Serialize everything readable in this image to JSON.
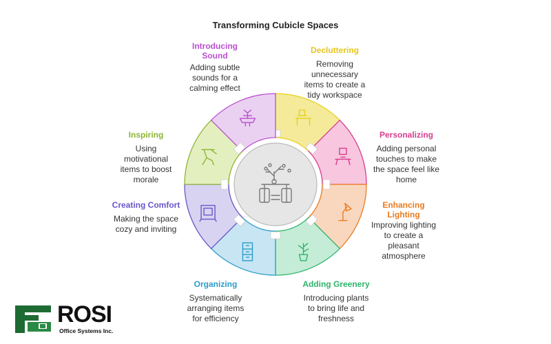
{
  "title": "Transforming Cubicle Spaces",
  "colors": {
    "decluttering": "#f4ea9a",
    "personalizing": "#f8c6df",
    "lighting": "#f9d7bf",
    "greenery": "#c4ecd6",
    "organizing": "#c7e5f3",
    "comfort": "#d8d3f1",
    "inspiring": "#e4efc0",
    "sound": "#ead1f1"
  },
  "segments": [
    {
      "key": "decluttering",
      "title": "Decluttering",
      "desc": [
        "Removing",
        "unnecessary",
        "items to create a",
        "tidy workspace"
      ],
      "color": "#e7d11a",
      "icon": "desk-icon"
    },
    {
      "key": "personalizing",
      "title": "Personalizing",
      "desc": [
        "Adding personal",
        "touches to make",
        "the space feel like",
        "home"
      ],
      "color": "#d63c8c",
      "icon": "workstation-icon"
    },
    {
      "key": "lighting",
      "title": "Enhancing Lighting",
      "title_lines": [
        "Enhancing",
        "Lighting"
      ],
      "desc": [
        "Improving lighting",
        "to create a",
        "pleasant",
        "atmosphere"
      ],
      "color": "#ea7a1e",
      "icon": "lamp-icon"
    },
    {
      "key": "greenery",
      "title": "Adding Greenery",
      "desc": [
        "Introducing plants",
        "to bring life and",
        "freshness"
      ],
      "color": "#2fb36b",
      "icon": "plant-icon"
    },
    {
      "key": "organizing",
      "title": "Organizing",
      "desc": [
        "Systematically",
        "arranging items",
        "for efficiency"
      ],
      "color": "#2b9bc8",
      "icon": "drawers-icon"
    },
    {
      "key": "comfort",
      "title": "Creating Comfort",
      "desc": [
        "Making the space",
        "cozy and inviting"
      ],
      "color": "#6a55c9",
      "icon": "chair-icon"
    },
    {
      "key": "inspiring",
      "title": "Inspiring",
      "desc": [
        "Using",
        "motivational",
        "items to boost",
        "morale"
      ],
      "color": "#8db534",
      "icon": "trophy-icon"
    },
    {
      "key": "sound",
      "title": "Introducing Sound",
      "title_lines": [
        "Introducing",
        "Sound"
      ],
      "desc": [
        "Adding subtle",
        "sounds for a",
        "calming effect"
      ],
      "color": "#b94fd0",
      "icon": "fountain-icon"
    }
  ],
  "logo": {
    "name": "ROSI",
    "sub": "Office Systems Inc."
  }
}
